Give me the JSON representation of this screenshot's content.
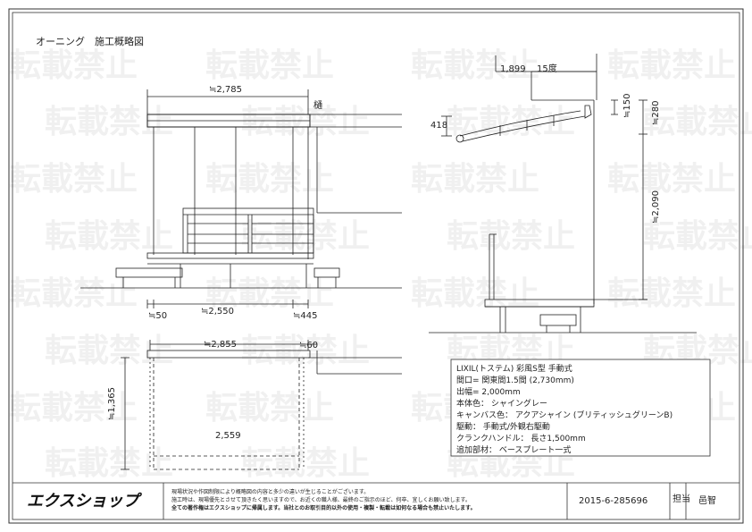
{
  "title": "オーニング　施工概略図",
  "watermark": "転載禁止",
  "front": {
    "dim_width": "≒2,785",
    "gutter_label": "樋",
    "dim_left": "≒50",
    "dim_mid": "≒2,550",
    "dim_right": "≒445"
  },
  "section": {
    "dim_1899": "1,899",
    "angle": "15度",
    "dim_418": "418",
    "dim_150": "≒150",
    "dim_280": "≒280",
    "dim_2090": "≒2,090"
  },
  "plan": {
    "dim_width": "≒2,855",
    "dim_60": "≒60",
    "dim_depth": "≒1,365",
    "dim_inner": "2,559"
  },
  "spec": {
    "lines": [
      "LIXIL(トステム) 彩風S型 手動式",
      "間口= 関東間1.5間 (2,730mm)",
      "出幅= 2,000mm",
      "本体色： シャイングレー",
      "キャンバス色： アクアシャイン (ブリティッシュグリーンB)",
      "駆動： 手動式/外観右駆動",
      "クランクハンドル： 長さ1,500mm",
      "追加部材： ベースプレート一式"
    ]
  },
  "footer": {
    "logo": "エクスショップ",
    "note1": "現場状況や作図制限により概略図の内容と多少の違いが生じることがございます。",
    "note2": "施工時は、現場優先とさせて頂きたく思いますので、お近くの職人様、最終のご指示のほど、何卒、宜しくお願い致します。",
    "note3": "全ての著作権はエクスショップに帰属します。当社とのお取引目的以外の使用・複製・転載は如何なる場合も禁止いたします。",
    "drawing_no": "2015-6-285696",
    "person_label": "担当",
    "person_name": "邑智"
  }
}
